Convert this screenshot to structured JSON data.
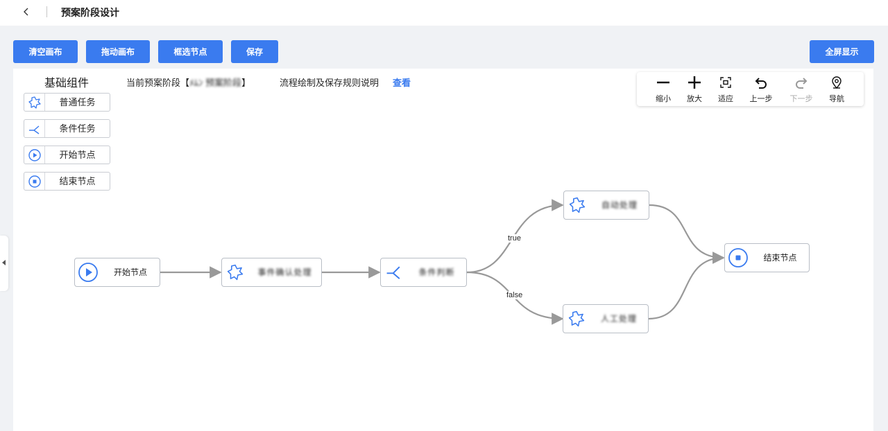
{
  "header": {
    "title": "预案阶段设计",
    "back_icon": "chevron-left-icon"
  },
  "actions": {
    "clear": "清空画布",
    "drag": "拖动画布",
    "select": "框选节点",
    "save": "保存",
    "fullscreen": "全屏显示"
  },
  "palette": {
    "title": "基础组件",
    "items": [
      {
        "label": "普通任务",
        "icon": "puzzle-icon"
      },
      {
        "label": "条件任务",
        "icon": "branch-icon"
      },
      {
        "label": "开始节点",
        "icon": "play-circle-icon"
      },
      {
        "label": "结束节点",
        "icon": "stop-circle-icon"
      }
    ]
  },
  "info": {
    "stage_prefix": "当前预案阶段【",
    "stage_name": "ﾒﾑﾝ 预案阶段",
    "stage_suffix": "】",
    "rules": "流程绘制及保存规则说明",
    "view_link": "查看"
  },
  "toolbar": {
    "zoom_out": "缩小",
    "zoom_in": "放大",
    "fit": "适应",
    "undo": "上一步",
    "redo": "下一步",
    "navigate": "导航"
  },
  "flow": {
    "start": "开始节点",
    "task1": "事件确认处理",
    "condition": "条件判断",
    "task_true": "自动处理",
    "task_false": "人工处理",
    "end": "结束节点",
    "label_true": "true",
    "label_false": "false"
  },
  "colors": {
    "primary": "#3a7bef",
    "edge": "#999999",
    "node_border": "#b9bec6"
  }
}
